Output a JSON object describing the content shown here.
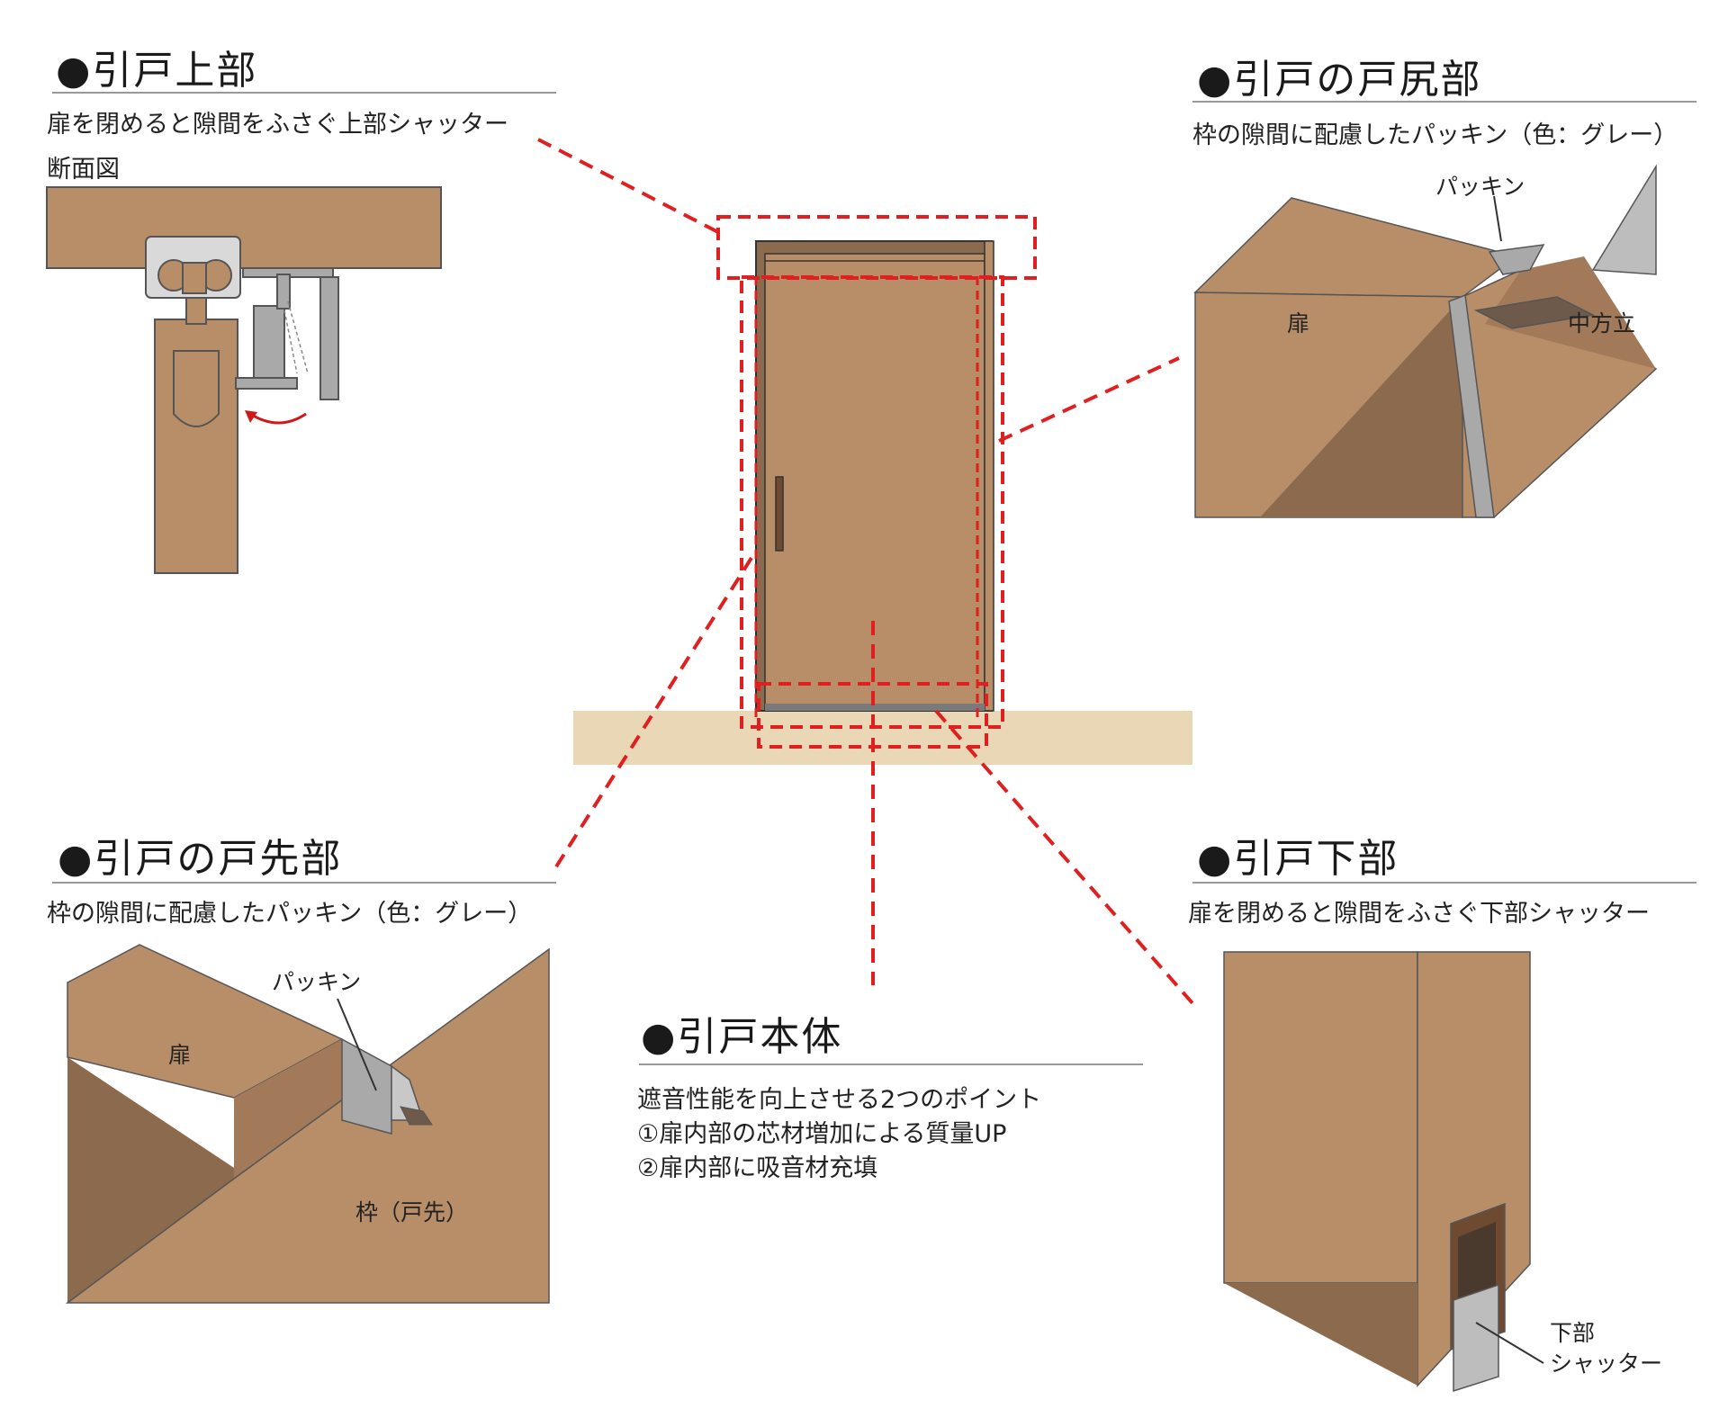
{
  "sections": {
    "top": {
      "title": "●引戸上部",
      "desc": "扉を閉めると隙間をふさぐ上部シャッター",
      "caption": "断面図"
    },
    "rear": {
      "title": "●引戸の戸尻部",
      "desc": "枠の隙間に配慮したパッキン（色：グレー）",
      "label_packing": "パッキン",
      "label_door": "扉",
      "label_post": "中方立"
    },
    "front": {
      "title": "●引戸の戸先部",
      "desc": "枠の隙間に配慮したパッキン（色：グレー）",
      "label_packing": "パッキン",
      "label_door": "扉",
      "label_frame": "枠（戸先）"
    },
    "body": {
      "title": "●引戸本体",
      "intro": "遮音性能を向上させる2つのポイント",
      "point1": "①扉内部の芯材増加による質量UP",
      "point2": "②扉内部に吸音材充填"
    },
    "bottom": {
      "title": "●引戸下部",
      "desc": "扉を閉めると隙間をふさぐ下部シャッター",
      "label_line1": "下部",
      "label_line2": "シャッター"
    }
  },
  "colors": {
    "wood": "#b88e69",
    "wood_dark": "#8b6a4e",
    "wood_mid": "#a27a59",
    "floor": "#ead7b6",
    "gray": "#a9a9a9",
    "dash": "#e02020"
  }
}
